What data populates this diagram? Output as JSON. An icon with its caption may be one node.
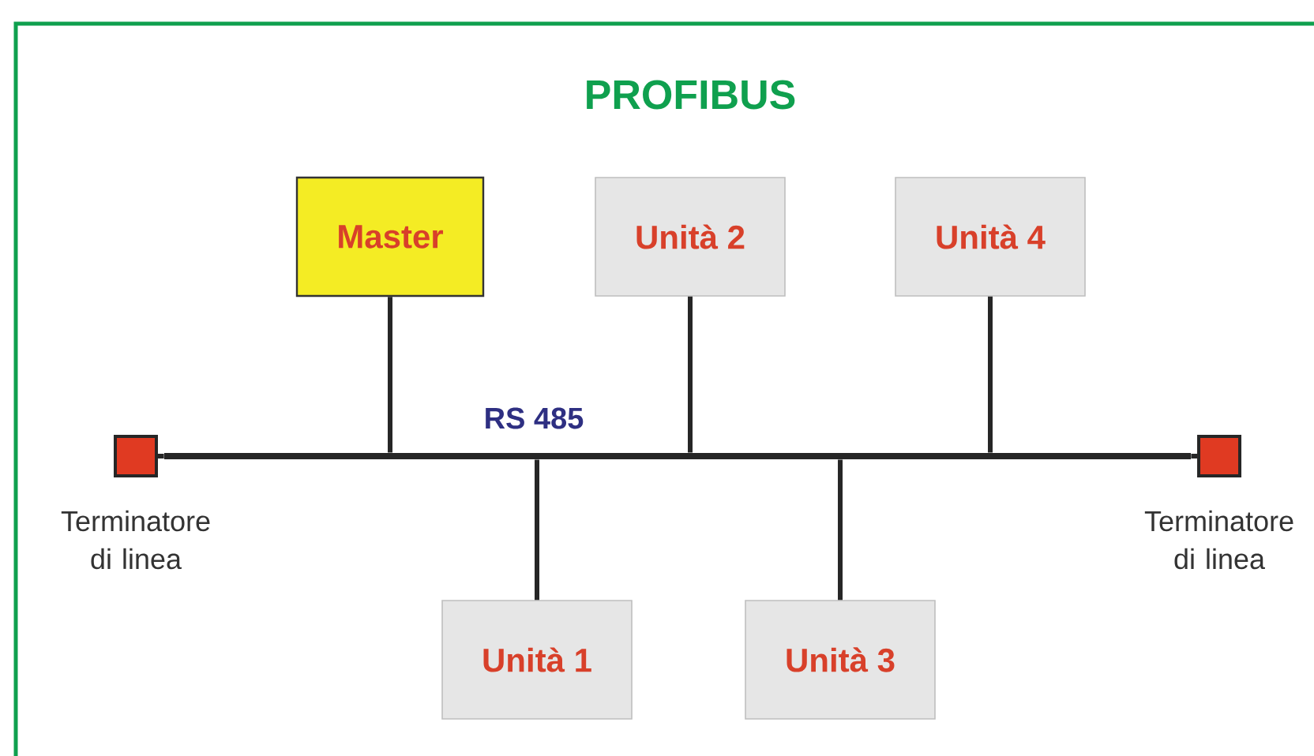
{
  "diagram": {
    "title": "PROFIBUS",
    "nodes": [
      {
        "text": [
          "Master"
        ]
      },
      {
        "text": [
          "Unità 2"
        ]
      },
      {
        "text": [
          "Unità 4"
        ]
      },
      {
        "text": [],
        "shape": "box",
        "beside": [
          "Terminatore di linea"
        ]
      },
      {
        "text": [],
        "shape": "bar"
      },
      {
        "text": [],
        "shape": "box",
        "beside": [
          "Terminatore di linea"
        ]
      },
      {
        "text": [
          "Unità 1"
        ]
      },
      {
        "text": [
          "Unità 3"
        ]
      }
    ],
    "edges": [
      {
        "from": 3,
        "to": 4,
        "arrow": "none"
      },
      {
        "from": 5,
        "to": 4,
        "arrow": "none"
      },
      {
        "from": 0,
        "to": 4,
        "arrow": "none"
      },
      {
        "from": 1,
        "to": 4,
        "arrow": "none"
      },
      {
        "from": 2,
        "to": 4,
        "arrow": "none"
      },
      {
        "from": 6,
        "to": 4,
        "arrow": "none"
      },
      {
        "from": 7,
        "to": 4,
        "arrow": "none"
      }
    ],
    "labels": [
      "RS 485"
    ]
  }
}
